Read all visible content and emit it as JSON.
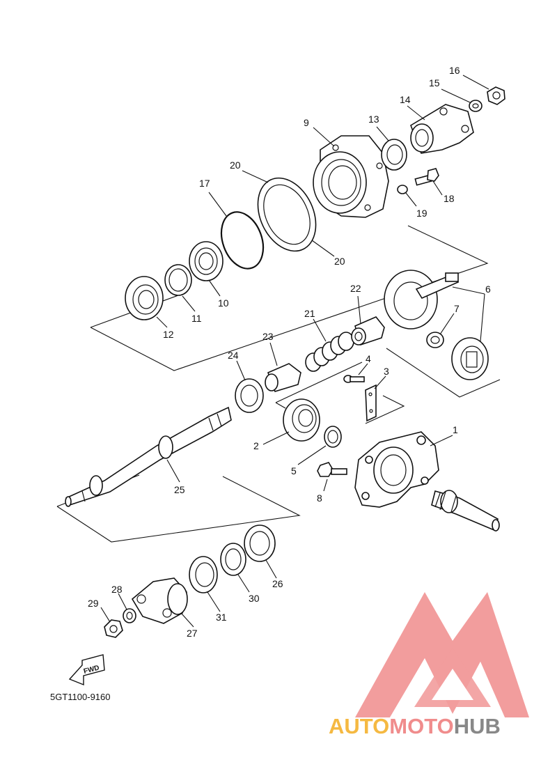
{
  "diagram": {
    "code": "5GT1100-9160",
    "direction_label": "FWD",
    "part_numbers": [
      "1",
      "2",
      "3",
      "4",
      "5",
      "6",
      "7",
      "8",
      "9",
      "10",
      "11",
      "12",
      "13",
      "14",
      "15",
      "16",
      "17",
      "18",
      "19",
      "20",
      "20",
      "21",
      "22",
      "23",
      "24",
      "25",
      "26",
      "27",
      "28",
      "29",
      "30",
      "31"
    ]
  },
  "watermark": {
    "word_auto": "AUTO",
    "word_moto": "MOTO",
    "word_hub": "HUB",
    "colors": {
      "auto": "#f5b942",
      "moto": "#f08c8c",
      "hub": "#888888",
      "logo": "#f08c8c"
    }
  }
}
